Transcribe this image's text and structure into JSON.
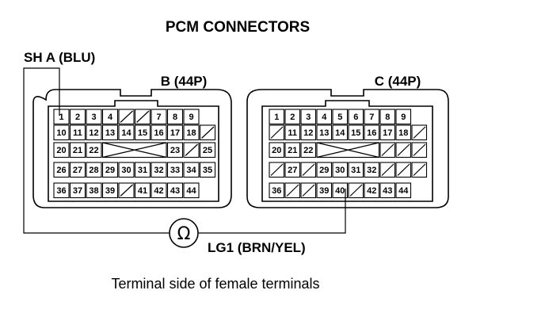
{
  "title": "PCM CONNECTORS",
  "probe_label": "SH A (BLU)",
  "meter_label": "LG1 (BRN/YEL)",
  "meter_symbol": "Ω",
  "caption": "Terminal side of female terminals",
  "connectors": [
    {
      "id": "B",
      "label": "B (44P)",
      "rows": [
        [
          "1",
          "2",
          "3",
          "4",
          "",
          "",
          "7",
          "8",
          "9"
        ],
        [
          "10",
          "11",
          "12",
          "13",
          "14",
          "15",
          "16",
          "17",
          "18",
          ""
        ],
        [
          "20",
          "21",
          "22",
          "",
          "",
          "",
          "",
          "23",
          "",
          "25"
        ],
        [
          "26",
          "27",
          "28",
          "29",
          "30",
          "31",
          "32",
          "33",
          "34",
          "35"
        ],
        [
          "36",
          "37",
          "38",
          "39",
          "",
          "41",
          "42",
          "43",
          "44"
        ]
      ],
      "empty": [
        [
          0,
          4
        ],
        [
          0,
          5
        ],
        [
          1,
          9
        ],
        [
          2,
          8
        ],
        [
          4,
          4
        ]
      ],
      "x_block": [
        2,
        3,
        7
      ]
    },
    {
      "id": "C",
      "label": "C (44P)",
      "rows": [
        [
          "1",
          "2",
          "3",
          "4",
          "5",
          "6",
          "7",
          "8",
          "9"
        ],
        [
          "",
          "11",
          "12",
          "13",
          "14",
          "15",
          "16",
          "17",
          "18",
          ""
        ],
        [
          "20",
          "21",
          "22",
          "",
          "",
          "",
          "",
          "",
          "",
          ""
        ],
        [
          "",
          "27",
          "",
          "29",
          "30",
          "31",
          "32",
          "",
          "",
          ""
        ],
        [
          "36",
          "",
          "",
          "39",
          "40",
          "",
          "42",
          "43",
          "44"
        ]
      ],
      "empty": [
        [
          1,
          0
        ],
        [
          1,
          9
        ],
        [
          2,
          7
        ],
        [
          2,
          8
        ],
        [
          2,
          9
        ],
        [
          3,
          0
        ],
        [
          3,
          2
        ],
        [
          3,
          7
        ],
        [
          3,
          8
        ],
        [
          3,
          9
        ],
        [
          4,
          1
        ],
        [
          4,
          2
        ],
        [
          4,
          5
        ]
      ],
      "x_block": [
        2,
        3,
        7
      ]
    }
  ]
}
